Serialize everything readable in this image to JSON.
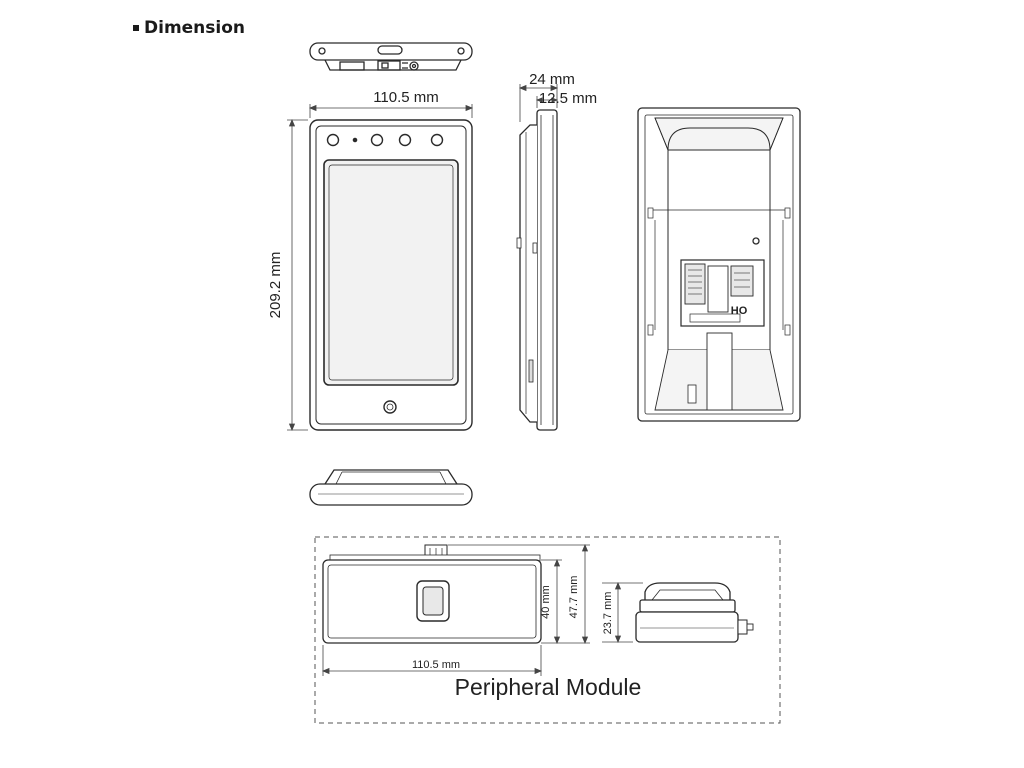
{
  "heading": "Dimension",
  "dimensions": {
    "front_width": "110.5 mm",
    "front_height": "209.2 mm",
    "side_depth_total": "24 mm",
    "side_depth_body": "12.5 mm",
    "module_width": "110.5 mm",
    "module_height_inner": "40 mm",
    "module_height_outer": "47.7 mm",
    "module_depth": "23.7 mm"
  },
  "module_caption": "Peripheral Module",
  "rear_port_label": "HO",
  "colors": {
    "line": "#2a2a2a",
    "screen": "#f2f2f2",
    "body_fill": "#ffffff",
    "shade": "#e8e8e8"
  }
}
